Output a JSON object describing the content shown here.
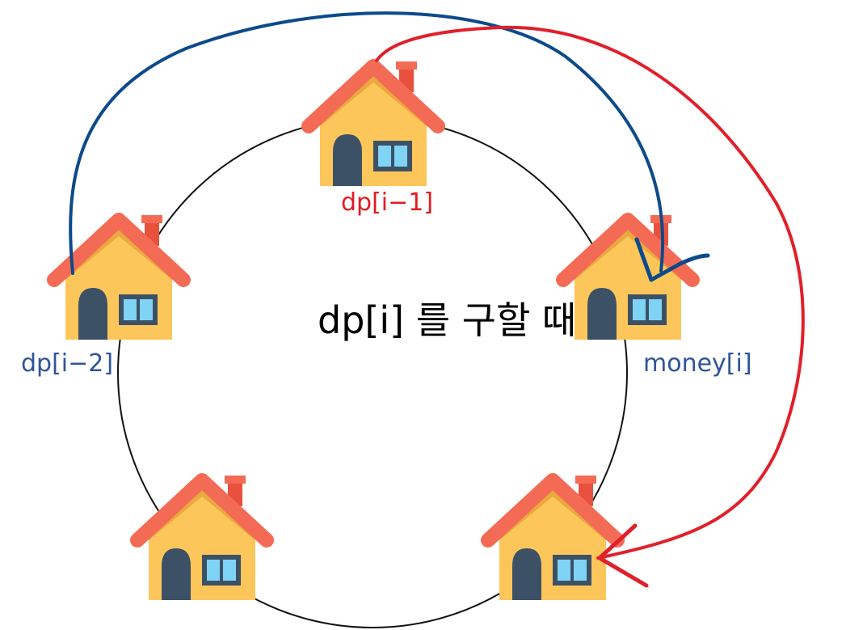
{
  "center_label": "dp[i] 를 구할 때",
  "labels": {
    "prev1": "dp[i−1]",
    "prev2": "dp[i−2]",
    "current": "money[i]"
  },
  "colors": {
    "red_arrow": "#e0202a",
    "blue_arrow": "#0d4a8a",
    "red_text": "#e31b23",
    "blue_text": "#2f5597",
    "roof": "#f46b55",
    "wall": "#fdc65a",
    "door": "#3d5166",
    "window": "#7fd3f5"
  },
  "houses": [
    {
      "id": "top"
    },
    {
      "id": "left"
    },
    {
      "id": "right"
    },
    {
      "id": "bottom-left"
    },
    {
      "id": "bottom-right"
    }
  ]
}
